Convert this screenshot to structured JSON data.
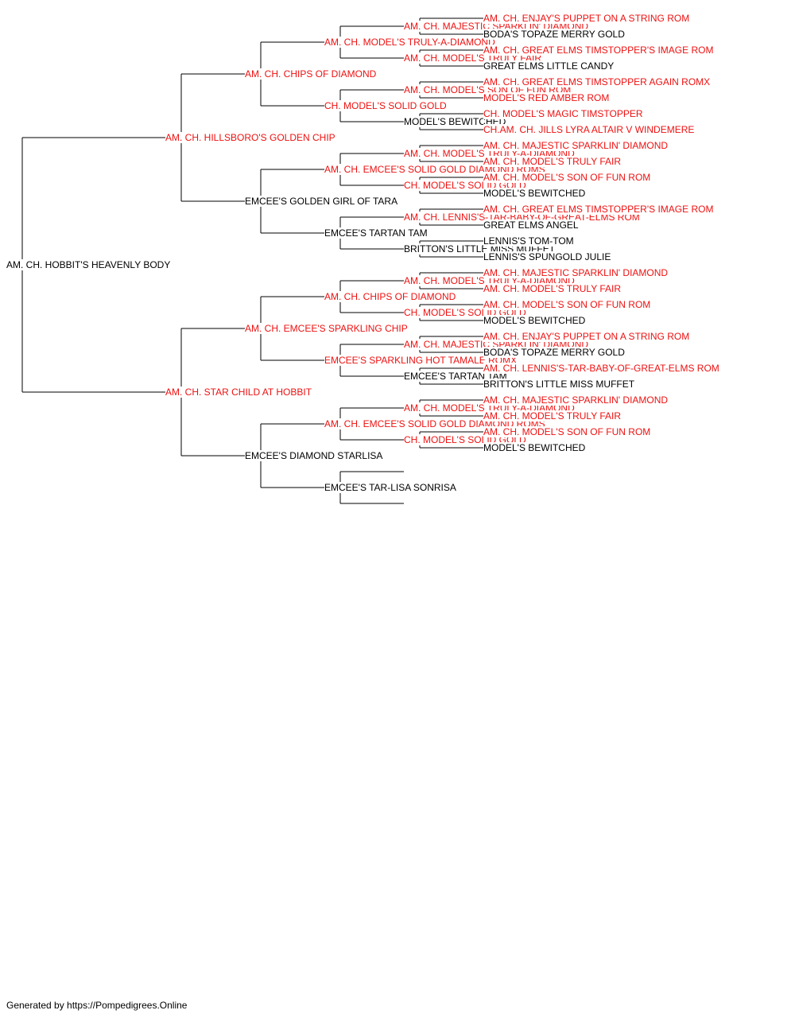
{
  "colors": {
    "champion": "#ee1111",
    "regular": "#000000",
    "connector": "#000000"
  },
  "pedigree": {
    "name": "AM. CH. HOBBIT'S HEAVENLY BODY",
    "ch": false,
    "sire": {
      "name": "AM. CH. HILLSBORO'S GOLDEN CHIP",
      "ch": true,
      "sire": {
        "name": "AM. CH. CHIPS OF DIAMOND",
        "ch": true,
        "sire": {
          "name": "AM. CH. MODEL'S TRULY-A-DIAMOND",
          "ch": true,
          "sire": {
            "name": "AM. CH. MAJESTIC SPARKLIN' DIAMOND",
            "ch": true,
            "sire": {
              "name": "AM. CH. ENJAY'S PUPPET ON A STRING ROM",
              "ch": true
            },
            "dam": {
              "name": "BODA'S TOPAZE MERRY GOLD",
              "ch": false
            }
          },
          "dam": {
            "name": "AM. CH. MODEL'S TRULY FAIR",
            "ch": true,
            "sire": {
              "name": "AM. CH. GREAT ELMS TIMSTOPPER'S IMAGE ROM",
              "ch": true
            },
            "dam": {
              "name": "GREAT ELMS LITTLE CANDY",
              "ch": false
            }
          }
        },
        "dam": {
          "name": "CH. MODEL'S SOLID GOLD",
          "ch": true,
          "sire": {
            "name": "AM. CH. MODEL'S SON OF FUN ROM",
            "ch": true,
            "sire": {
              "name": "AM. CH. GREAT ELMS TIMSTOPPER AGAIN ROMX",
              "ch": true
            },
            "dam": {
              "name": "MODEL'S RED AMBER ROM",
              "ch": true
            }
          },
          "dam": {
            "name": "MODEL'S BEWITCHED",
            "ch": false,
            "sire": {
              "name": "CH. MODEL'S MAGIC TIMSTOPPER",
              "ch": true
            },
            "dam": {
              "name": "CH.AM. CH. JILLS LYRA ALTAIR V WINDEMERE",
              "ch": true
            }
          }
        }
      },
      "dam": {
        "name": "EMCEE'S GOLDEN GIRL OF TARA",
        "ch": false,
        "sire": {
          "name": "AM. CH. EMCEE'S SOLID GOLD DIAMOND ROMS",
          "ch": true,
          "sire": {
            "name": "AM. CH. MODEL'S TRULY-A-DIAMOND",
            "ch": true,
            "sire": {
              "name": "AM. CH. MAJESTIC SPARKLIN' DIAMOND",
              "ch": true
            },
            "dam": {
              "name": "AM. CH. MODEL'S TRULY FAIR",
              "ch": true
            }
          },
          "dam": {
            "name": "CH. MODEL'S SOLID GOLD",
            "ch": true,
            "sire": {
              "name": "AM. CH. MODEL'S SON OF FUN ROM",
              "ch": true
            },
            "dam": {
              "name": "MODEL'S BEWITCHED",
              "ch": false
            }
          }
        },
        "dam": {
          "name": "EMCEE'S TARTAN TAM",
          "ch": false,
          "sire": {
            "name": "AM. CH. LENNIS'S-TAR-BABY-OF-GREAT-ELMS ROM",
            "ch": true,
            "sire": {
              "name": "AM. CH. GREAT ELMS TIMSTOPPER'S IMAGE ROM",
              "ch": true
            },
            "dam": {
              "name": "GREAT ELMS ANGEL",
              "ch": false
            }
          },
          "dam": {
            "name": "BRITTON'S LITTLE MISS MUFFET",
            "ch": false,
            "sire": {
              "name": "LENNIS'S TOM-TOM",
              "ch": false
            },
            "dam": {
              "name": "LENNIS'S SPUNGOLD JULIE",
              "ch": false
            }
          }
        }
      }
    },
    "dam": {
      "name": "AM. CH. STAR CHILD AT HOBBIT",
      "ch": true,
      "sire": {
        "name": "AM. CH. EMCEE'S SPARKLING CHIP",
        "ch": true,
        "sire": {
          "name": "AM. CH. CHIPS OF DIAMOND",
          "ch": true,
          "sire": {
            "name": "AM. CH. MODEL'S TRULY-A-DIAMOND",
            "ch": true,
            "sire": {
              "name": "AM. CH. MAJESTIC SPARKLIN' DIAMOND",
              "ch": true
            },
            "dam": {
              "name": "AM. CH. MODEL'S TRULY FAIR",
              "ch": true
            }
          },
          "dam": {
            "name": "CH. MODEL'S SOLID GOLD",
            "ch": true,
            "sire": {
              "name": "AM. CH. MODEL'S SON OF FUN ROM",
              "ch": true
            },
            "dam": {
              "name": "MODEL'S BEWITCHED",
              "ch": false
            }
          }
        },
        "dam": {
          "name": "EMCEE'S SPARKLING HOT TAMALE ROMX",
          "ch": true,
          "sire": {
            "name": "AM. CH. MAJESTIC SPARKLIN' DIAMOND",
            "ch": true,
            "sire": {
              "name": "AM. CH. ENJAY'S PUPPET ON A STRING ROM",
              "ch": true
            },
            "dam": {
              "name": "BODA'S TOPAZE MERRY GOLD",
              "ch": false
            }
          },
          "dam": {
            "name": "EMCEE'S TARTAN TAM",
            "ch": false,
            "sire": {
              "name": "AM. CH. LENNIS'S-TAR-BABY-OF-GREAT-ELMS ROM",
              "ch": true
            },
            "dam": {
              "name": "BRITTON'S LITTLE MISS MUFFET",
              "ch": false
            }
          }
        }
      },
      "dam": {
        "name": "EMCEE'S DIAMOND STARLISA",
        "ch": false,
        "sire": {
          "name": "AM. CH. EMCEE'S SOLID GOLD DIAMOND ROMS",
          "ch": true,
          "sire": {
            "name": "AM. CH. MODEL'S TRULY-A-DIAMOND",
            "ch": true,
            "sire": {
              "name": "AM. CH. MAJESTIC SPARKLIN' DIAMOND",
              "ch": true
            },
            "dam": {
              "name": "AM. CH. MODEL'S TRULY FAIR",
              "ch": true
            }
          },
          "dam": {
            "name": "CH. MODEL'S SOLID GOLD",
            "ch": true,
            "sire": {
              "name": "AM. CH. MODEL'S SON OF FUN ROM",
              "ch": true
            },
            "dam": {
              "name": "MODEL'S BEWITCHED",
              "ch": false
            }
          }
        },
        "dam": {
          "name": "EMCEE'S TAR-LISA SONRISA",
          "ch": false
        }
      }
    }
  },
  "footer": "Generated by https://Pompedigrees.Online"
}
